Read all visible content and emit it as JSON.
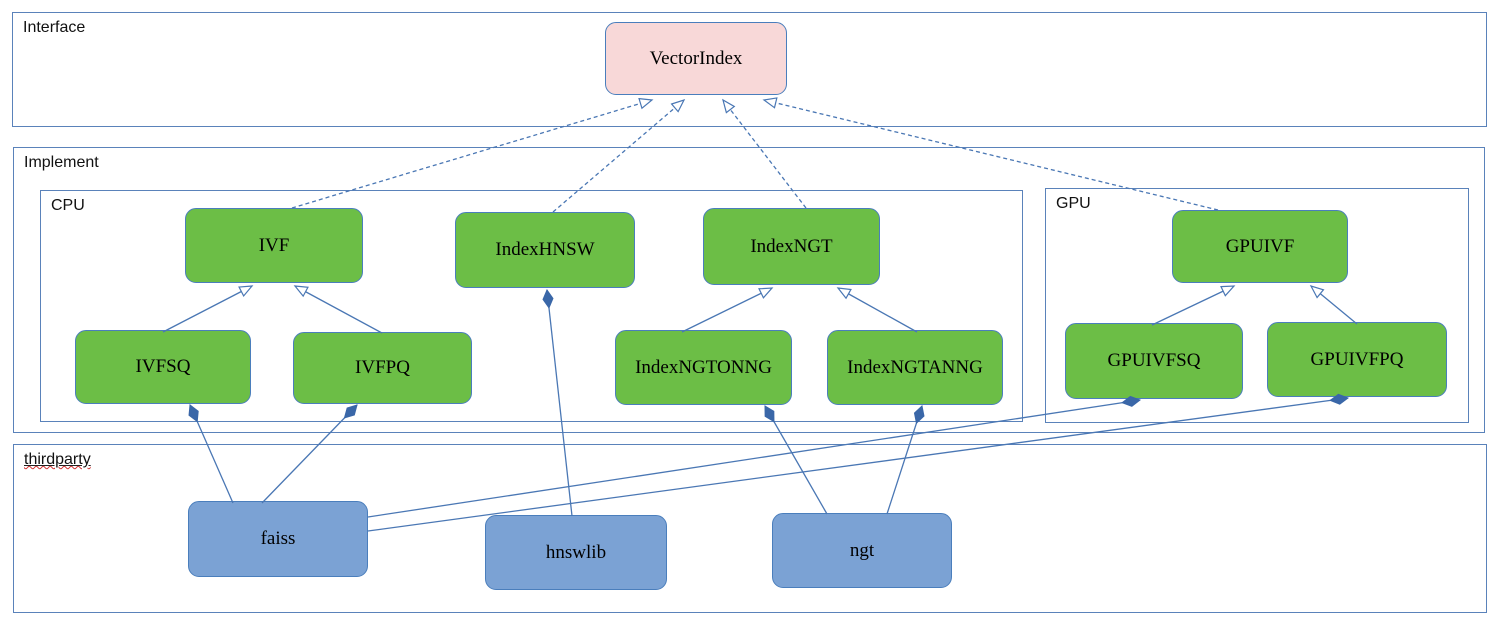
{
  "diagram": {
    "containers": {
      "interface": {
        "label": "Interface"
      },
      "implement": {
        "label": "Implement"
      },
      "cpu": {
        "label": "CPU"
      },
      "gpu": {
        "label": "GPU"
      },
      "thirdparty": {
        "label": "thirdparty"
      }
    },
    "nodes": {
      "vectorindex": {
        "label": "VectorIndex",
        "type": "interface",
        "container": "interface"
      },
      "ivf": {
        "label": "IVF",
        "type": "class",
        "container": "cpu"
      },
      "indexhnsw": {
        "label": "IndexHNSW",
        "type": "class",
        "container": "cpu"
      },
      "indexngt": {
        "label": "IndexNGT",
        "type": "class",
        "container": "cpu"
      },
      "ivfsq": {
        "label": "IVFSQ",
        "type": "class",
        "container": "cpu"
      },
      "ivfpq": {
        "label": "IVFPQ",
        "type": "class",
        "container": "cpu"
      },
      "indexngtonng": {
        "label": "IndexNGTONNG",
        "type": "class",
        "container": "cpu"
      },
      "indexngtanng": {
        "label": "IndexNGTANNG",
        "type": "class",
        "container": "cpu"
      },
      "gpuivf": {
        "label": "GPUIVF",
        "type": "class",
        "container": "gpu"
      },
      "gpuivfsq": {
        "label": "GPUIVFSQ",
        "type": "class",
        "container": "gpu"
      },
      "gpuivfpq": {
        "label": "GPUIVFPQ",
        "type": "class",
        "container": "gpu"
      },
      "faiss": {
        "label": "faiss",
        "type": "library",
        "container": "thirdparty"
      },
      "hnswlib": {
        "label": "hnswlib",
        "type": "library",
        "container": "thirdparty"
      },
      "ngt": {
        "label": "ngt",
        "type": "library",
        "container": "thirdparty"
      }
    },
    "edges": [
      {
        "from": "ivf",
        "to": "vectorindex",
        "type": "realization"
      },
      {
        "from": "indexhnsw",
        "to": "vectorindex",
        "type": "realization"
      },
      {
        "from": "indexngt",
        "to": "vectorindex",
        "type": "realization"
      },
      {
        "from": "gpuivf",
        "to": "vectorindex",
        "type": "realization"
      },
      {
        "from": "ivfsq",
        "to": "ivf",
        "type": "inheritance"
      },
      {
        "from": "ivfpq",
        "to": "ivf",
        "type": "inheritance"
      },
      {
        "from": "indexngtonng",
        "to": "indexngt",
        "type": "inheritance"
      },
      {
        "from": "indexngtanng",
        "to": "indexngt",
        "type": "inheritance"
      },
      {
        "from": "gpuivfsq",
        "to": "gpuivf",
        "type": "inheritance"
      },
      {
        "from": "gpuivfpq",
        "to": "gpuivf",
        "type": "inheritance"
      },
      {
        "from": "faiss",
        "to": "ivfsq",
        "type": "composition"
      },
      {
        "from": "faiss",
        "to": "ivfpq",
        "type": "composition"
      },
      {
        "from": "faiss",
        "to": "gpuivfsq",
        "type": "composition"
      },
      {
        "from": "faiss",
        "to": "gpuivfpq",
        "type": "composition"
      },
      {
        "from": "hnswlib",
        "to": "indexhnsw",
        "type": "composition"
      },
      {
        "from": "ngt",
        "to": "indexngtonng",
        "type": "composition"
      },
      {
        "from": "ngt",
        "to": "indexngtanng",
        "type": "composition"
      }
    ],
    "colors": {
      "interface-fill": "#f8d8d8",
      "class-fill": "#6cbe46",
      "library-fill": "#7ba2d4",
      "node-border": "#4a7ebc",
      "container-border": "#5a82ba",
      "edge": "#4a77b4",
      "label-text": "#000000",
      "spellcheck-underline": "#d03030"
    }
  }
}
